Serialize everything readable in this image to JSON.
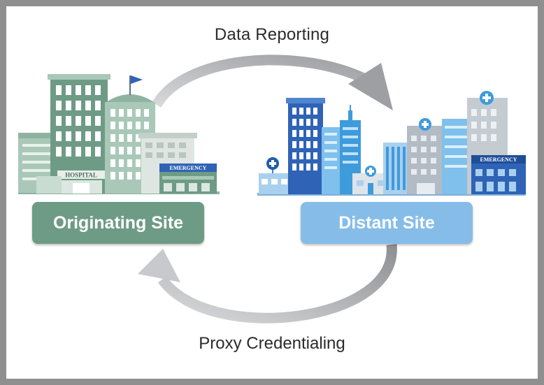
{
  "diagram": {
    "top_flow_label": "Data Reporting",
    "bottom_flow_label": "Proxy Credentialing",
    "originating_site": {
      "label": "Originating Site",
      "color": "#6e9b86"
    },
    "distant_site": {
      "label": "Distant Site",
      "color": "#86bde8"
    },
    "originating_buildings": {
      "hospital_sign": "HOSPITAL",
      "emergency_sign": "EMERGENCY"
    },
    "distant_buildings": {
      "emergency_sign": "EMERGENCY"
    },
    "arrow_color": "#a9abae"
  }
}
